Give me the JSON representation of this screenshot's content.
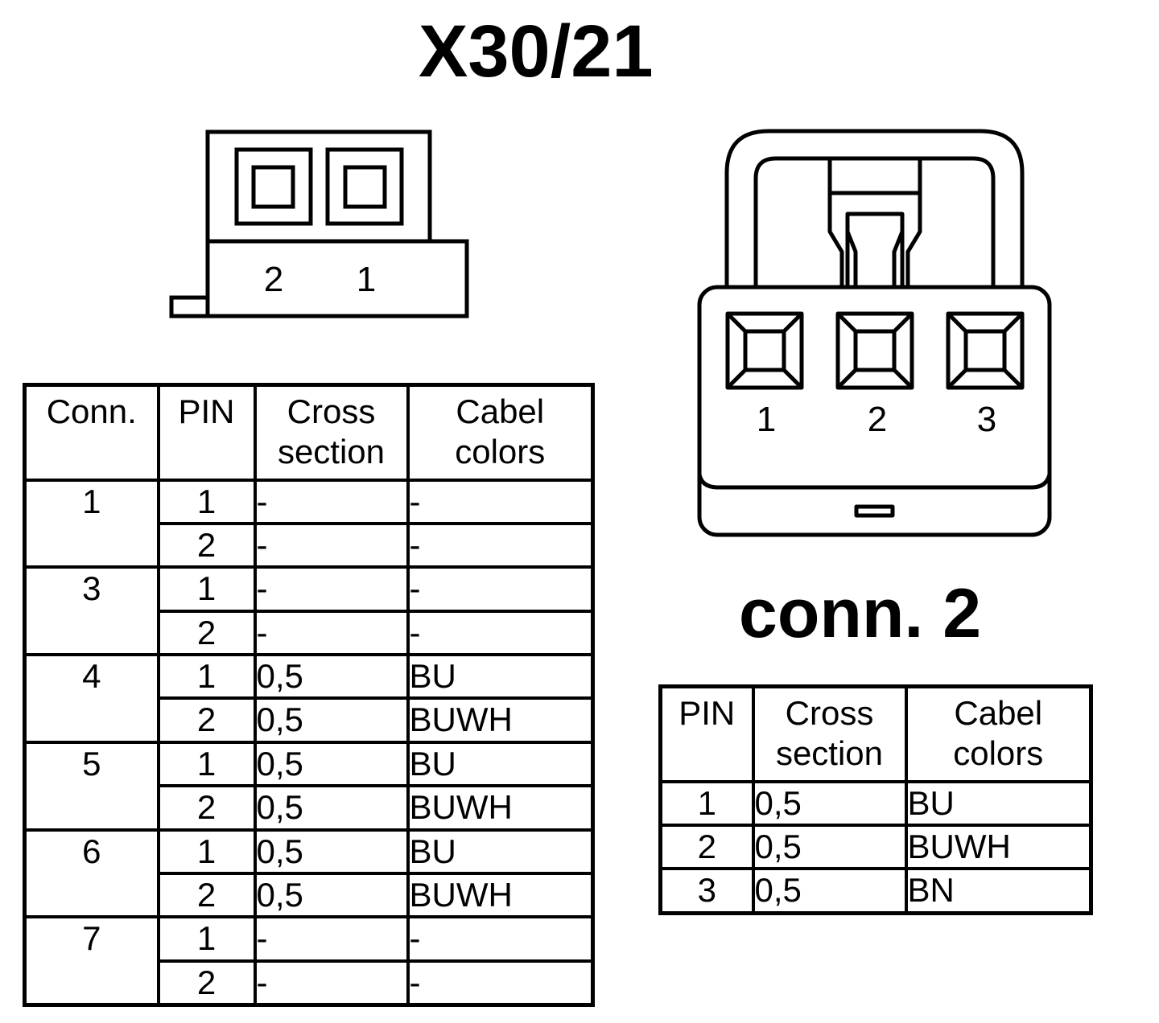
{
  "main_title": "X30/21",
  "conn2_title": "conn. 2",
  "connector_small": {
    "pin_labels": [
      "2",
      "1"
    ]
  },
  "connector_large": {
    "pin_labels": [
      "1",
      "2",
      "3"
    ]
  },
  "main_table": {
    "headers": {
      "conn": "Conn.",
      "pin": "PIN",
      "cross_1": "Cross",
      "cross_2": "section",
      "colors_1": "Cabel",
      "colors_2": "colors"
    },
    "rows": [
      {
        "conn": "1",
        "pin": "1",
        "cross": "-",
        "color": "-"
      },
      {
        "conn": "",
        "pin": "2",
        "cross": "-",
        "color": "-"
      },
      {
        "conn": "3",
        "pin": "1",
        "cross": "-",
        "color": "-"
      },
      {
        "conn": "",
        "pin": "2",
        "cross": "-",
        "color": "-"
      },
      {
        "conn": "4",
        "pin": "1",
        "cross": "0,5",
        "color": "BU"
      },
      {
        "conn": "",
        "pin": "2",
        "cross": "0,5",
        "color": "BUWH"
      },
      {
        "conn": "5",
        "pin": "1",
        "cross": "0,5",
        "color": "BU"
      },
      {
        "conn": "",
        "pin": "2",
        "cross": "0,5",
        "color": "BUWH"
      },
      {
        "conn": "6",
        "pin": "1",
        "cross": "0,5",
        "color": "BU"
      },
      {
        "conn": "",
        "pin": "2",
        "cross": "0,5",
        "color": "BUWH"
      },
      {
        "conn": "7",
        "pin": "1",
        "cross": "-",
        "color": "-"
      },
      {
        "conn": "",
        "pin": "2",
        "cross": "-",
        "color": "-"
      }
    ]
  },
  "conn2_table": {
    "headers": {
      "pin": "PIN",
      "cross_1": "Cross",
      "cross_2": "section",
      "colors_1": "Cabel",
      "colors_2": "colors"
    },
    "rows": [
      {
        "pin": "1",
        "cross": "0,5",
        "color": "BU"
      },
      {
        "pin": "2",
        "cross": "0,5",
        "color": "BUWH"
      },
      {
        "pin": "3",
        "cross": "0,5",
        "color": "BN"
      }
    ]
  }
}
